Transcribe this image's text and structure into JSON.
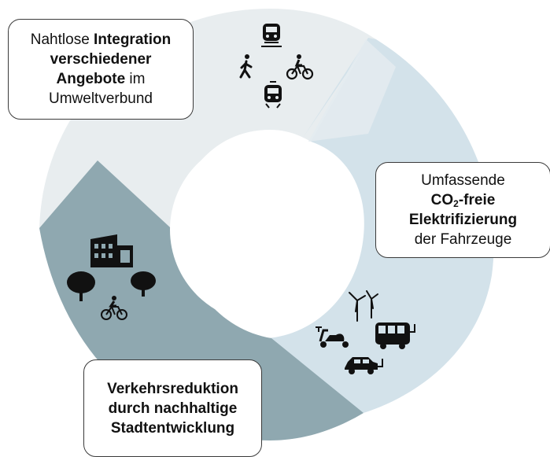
{
  "segments": {
    "integration": {
      "color": "#e8edef",
      "icons": [
        "train-icon",
        "walking-person-icon",
        "cyclist-icon",
        "tram-icon"
      ],
      "label": {
        "l1": "Nahtlose ",
        "l1b": "Integration",
        "l2b": "verschiedener",
        "l3b": "Angebote",
        "l3": " im",
        "l4": "Umweltverbund"
      }
    },
    "elektrifizierung": {
      "color": "#d3e2ea",
      "icons": [
        "wind-turbine-icon",
        "electric-scooter-icon",
        "electric-bus-icon",
        "electric-car-icon"
      ],
      "label": {
        "l1": "Umfassende",
        "l2b": "CO",
        "l2sub": "2",
        "l2b2": "-freie",
        "l3b": "Elektrifizierung",
        "l4": "der Fahrzeuge"
      }
    },
    "reduktion": {
      "color": "#8fa8b0",
      "icons": [
        "building-icon",
        "tree-icon",
        "tree-icon",
        "cyclist-icon"
      ],
      "label": {
        "l1b": "Verkehrsreduktion",
        "l2b": "durch nachhaltige",
        "l3b": "Stadtentwicklung"
      }
    }
  }
}
